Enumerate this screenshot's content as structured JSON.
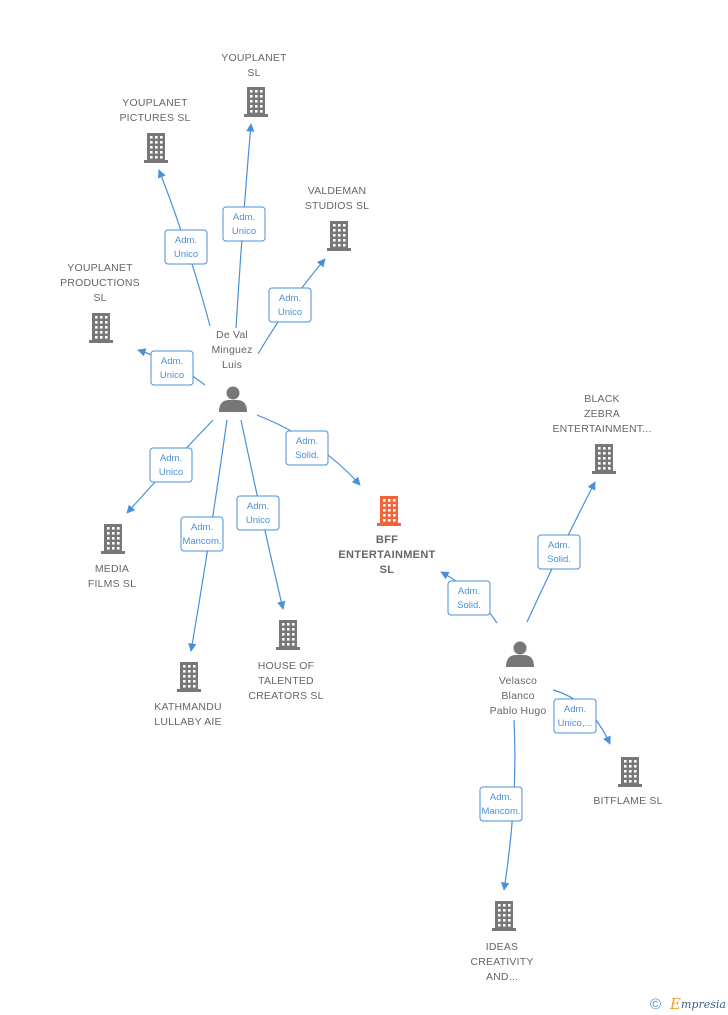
{
  "colors": {
    "edge": "#4a90d9",
    "node_gray": "#777777",
    "node_focus": "#f0643a",
    "badge_border": "#4a90d9",
    "badge_text": "#4a90d9",
    "label_text": "#666666",
    "watermark_c": "#4a90d9",
    "watermark_e": "#f0a030",
    "watermark_text": "#3a5f8a"
  },
  "persons": [
    {
      "id": "p1",
      "label_lines": [
        "De Val",
        "Minguez",
        "Luis"
      ],
      "icon": "person-icon"
    },
    {
      "id": "p2",
      "label_lines": [
        "Velasco",
        "Blanco",
        "Pablo Hugo"
      ],
      "icon": "person-icon"
    }
  ],
  "companies": [
    {
      "id": "youplanet_sl",
      "label_lines": [
        "YOUPLANET",
        "SL"
      ],
      "focus": false,
      "icon": "building-icon"
    },
    {
      "id": "youplanet_pictures",
      "label_lines": [
        "YOUPLANET",
        "PICTURES  SL"
      ],
      "focus": false,
      "icon": "building-icon"
    },
    {
      "id": "valdeman",
      "label_lines": [
        "VALDEMAN",
        "STUDIOS  SL"
      ],
      "focus": false,
      "icon": "building-icon"
    },
    {
      "id": "youplanet_productions",
      "label_lines": [
        "YOUPLANET",
        "PRODUCTIONS",
        "SL"
      ],
      "focus": false,
      "icon": "building-icon"
    },
    {
      "id": "bff",
      "label_lines": [
        "BFF",
        "ENTERTAINMENT",
        "SL"
      ],
      "focus": true,
      "icon": "building-icon"
    },
    {
      "id": "media_films",
      "label_lines": [
        "MEDIA",
        "FILMS SL"
      ],
      "focus": false,
      "icon": "building-icon"
    },
    {
      "id": "house_talented",
      "label_lines": [
        "HOUSE OF",
        "TALENTED",
        "CREATORS  SL"
      ],
      "focus": false,
      "icon": "building-icon"
    },
    {
      "id": "kathmandu",
      "label_lines": [
        "KATHMANDU",
        "LULLABY AIE"
      ],
      "focus": false,
      "icon": "building-icon"
    },
    {
      "id": "black_zebra",
      "label_lines": [
        "BLACK",
        "ZEBRA",
        "ENTERTAINMENT..."
      ],
      "focus": false,
      "icon": "building-icon"
    },
    {
      "id": "bitflame",
      "label_lines": [
        "BITFLAME  SL"
      ],
      "focus": false,
      "icon": "building-icon"
    },
    {
      "id": "ideas_creativity",
      "label_lines": [
        "IDEAS",
        "CREATIVITY",
        "AND..."
      ],
      "focus": false,
      "icon": "building-icon"
    }
  ],
  "edges": [
    {
      "from": "p1",
      "to": "youplanet_sl",
      "role_lines": [
        "Adm.",
        "Unico"
      ]
    },
    {
      "from": "p1",
      "to": "youplanet_pictures",
      "role_lines": [
        "Adm.",
        "Unico"
      ]
    },
    {
      "from": "p1",
      "to": "valdeman",
      "role_lines": [
        "Adm.",
        "Unico"
      ]
    },
    {
      "from": "p1",
      "to": "youplanet_productions",
      "role_lines": [
        "Adm.",
        "Unico"
      ]
    },
    {
      "from": "p1",
      "to": "bff",
      "role_lines": [
        "Adm.",
        "Solid."
      ]
    },
    {
      "from": "p1",
      "to": "media_films",
      "role_lines": [
        "Adm.",
        "Unico"
      ]
    },
    {
      "from": "p1",
      "to": "house_talented",
      "role_lines": [
        "Adm.",
        "Unico"
      ]
    },
    {
      "from": "p1",
      "to": "kathmandu",
      "role_lines": [
        "Adm.",
        "Mancom."
      ]
    },
    {
      "from": "p2",
      "to": "bff",
      "role_lines": [
        "Adm.",
        "Solid."
      ]
    },
    {
      "from": "p2",
      "to": "black_zebra",
      "role_lines": [
        "Adm.",
        "Solid."
      ]
    },
    {
      "from": "p2",
      "to": "bitflame",
      "role_lines": [
        "Adm.",
        "Unico,..."
      ]
    },
    {
      "from": "p2",
      "to": "ideas_creativity",
      "role_lines": [
        "Adm.",
        "Mancom."
      ]
    }
  ],
  "watermark": {
    "copyright": "©",
    "brand_initial": "E",
    "brand_rest": "mpresia"
  }
}
